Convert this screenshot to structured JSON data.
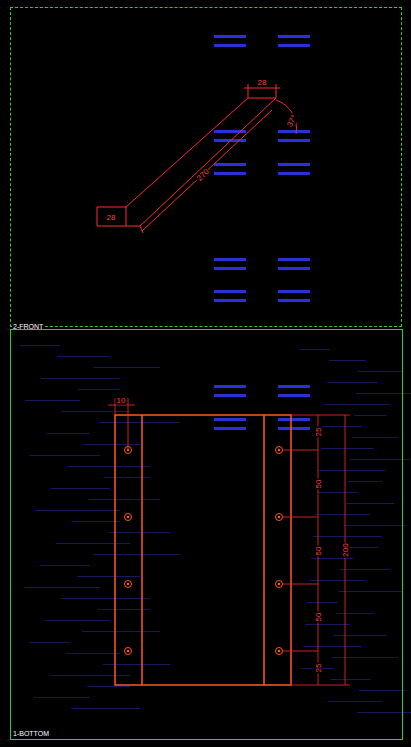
{
  "diagram": {
    "nodes": [
      {
        "text": [
          "2-FRONT"
        ]
      },
      {
        "text": [
          "1-BOTTOM"
        ]
      }
    ],
    "labels": [
      "28",
      "37°",
      "270",
      "28",
      "10",
      "25",
      "50",
      "50",
      "50",
      "25",
      "200"
    ]
  }
}
